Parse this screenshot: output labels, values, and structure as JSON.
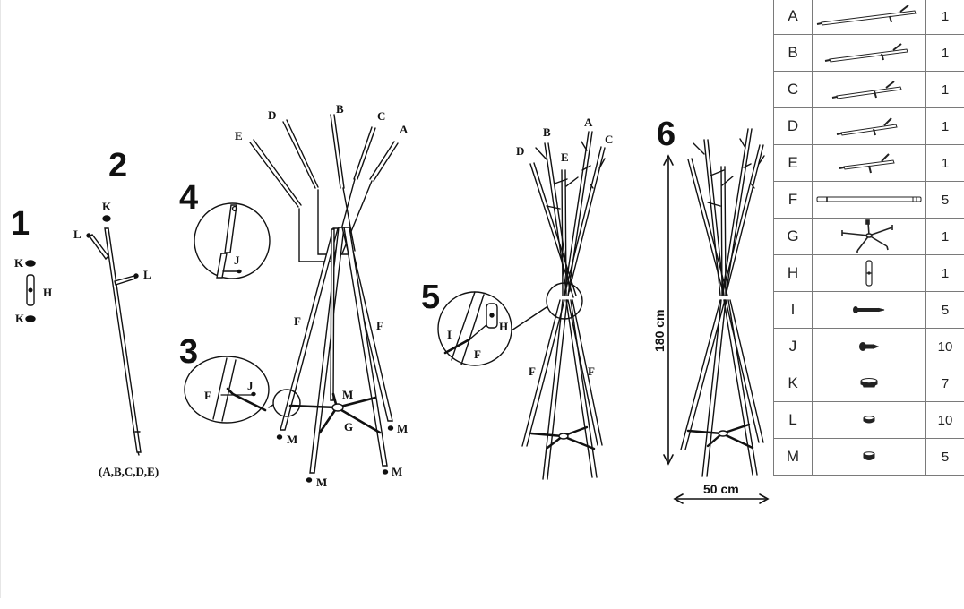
{
  "document": {
    "type": "assembly-instructions",
    "subject": "coat rack"
  },
  "steps": [
    {
      "number": "1",
      "labels": [
        "K",
        "H",
        "K"
      ]
    },
    {
      "number": "2",
      "labels": [
        "K",
        "L",
        "L"
      ],
      "caption": "(A,B,C,D,E)"
    },
    {
      "number": "3",
      "labels": [
        "F",
        "J",
        "M",
        "G",
        "M",
        "M",
        "M",
        "M"
      ]
    },
    {
      "number": "4",
      "labels": [
        "J"
      ],
      "branch_labels": [
        "E",
        "D",
        "B",
        "C",
        "A"
      ],
      "leg_labels": [
        "F",
        "F"
      ]
    },
    {
      "number": "5",
      "labels": [
        "I",
        "H",
        "F"
      ],
      "branch_labels": [
        "D",
        "B",
        "E",
        "A",
        "C"
      ],
      "leg_labels": [
        "F",
        "F"
      ]
    },
    {
      "number": "6",
      "height": "180 cm",
      "width": "50 cm"
    }
  ],
  "parts_table": {
    "rows": [
      {
        "code": "A",
        "icon": "branch-pole-long-icon",
        "qty": "1"
      },
      {
        "code": "B",
        "icon": "branch-pole-icon",
        "qty": "1"
      },
      {
        "code": "C",
        "icon": "branch-pole-icon",
        "qty": "1"
      },
      {
        "code": "D",
        "icon": "branch-pole-short-icon",
        "qty": "1"
      },
      {
        "code": "E",
        "icon": "branch-pole-short-icon",
        "qty": "1"
      },
      {
        "code": "F",
        "icon": "straight-tube-icon",
        "qty": "5"
      },
      {
        "code": "G",
        "icon": "star-base-icon",
        "qty": "1"
      },
      {
        "code": "H",
        "icon": "connector-sleeve-icon",
        "qty": "1"
      },
      {
        "code": "I",
        "icon": "long-screw-icon",
        "qty": "5"
      },
      {
        "code": "J",
        "icon": "short-screw-icon",
        "qty": "10"
      },
      {
        "code": "K",
        "icon": "large-cap-icon",
        "qty": "7"
      },
      {
        "code": "L",
        "icon": "small-cap-icon",
        "qty": "10"
      },
      {
        "code": "M",
        "icon": "foot-cap-icon",
        "qty": "5"
      }
    ]
  }
}
